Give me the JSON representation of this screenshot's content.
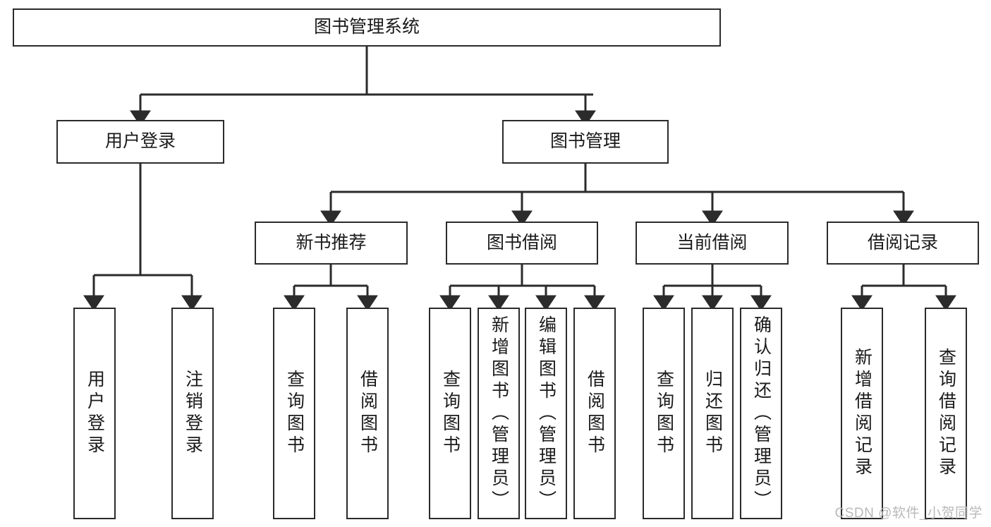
{
  "diagram": {
    "title": "图书管理系统",
    "type": "tree",
    "watermark": "CSDN @软件_小贺同学",
    "colors": {
      "stroke": "#2b2b2b",
      "fill": "#ffffff",
      "text": "#1a1a1a",
      "watermark": "#b9b9b9"
    },
    "levels": {
      "root": {
        "label": "图书管理系统"
      },
      "level2": [
        {
          "label": "用户登录"
        },
        {
          "label": "图书管理"
        }
      ],
      "level3": [
        {
          "label": "新书推荐"
        },
        {
          "label": "图书借阅"
        },
        {
          "label": "当前借阅"
        },
        {
          "label": "借阅记录"
        }
      ],
      "leaves": [
        {
          "label": "用户登录",
          "parent": "用户登录"
        },
        {
          "label": "注销登录",
          "parent": "用户登录"
        },
        {
          "label": "查询图书",
          "parent": "新书推荐"
        },
        {
          "label": "借阅图书",
          "parent": "新书推荐"
        },
        {
          "label": "查询图书",
          "parent": "图书借阅"
        },
        {
          "label": "新增图书（管理员）",
          "parent": "图书借阅"
        },
        {
          "label": "编辑图书（管理员）",
          "parent": "图书借阅"
        },
        {
          "label": "借阅图书",
          "parent": "图书借阅"
        },
        {
          "label": "查询图书",
          "parent": "当前借阅"
        },
        {
          "label": "归还图书",
          "parent": "当前借阅"
        },
        {
          "label": "确认归还（管理员）",
          "parent": "当前借阅"
        },
        {
          "label": "新增借阅记录",
          "parent": "借阅记录"
        },
        {
          "label": "查询借阅记录",
          "parent": "借阅记录"
        }
      ]
    }
  }
}
